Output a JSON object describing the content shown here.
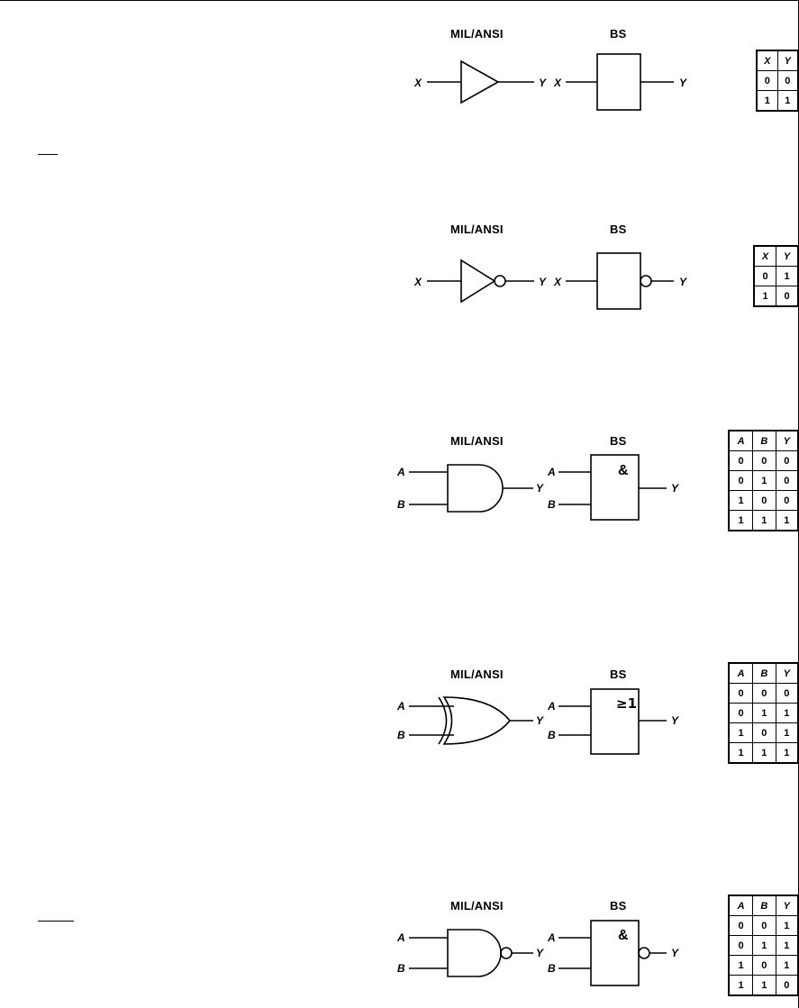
{
  "gates": [
    {
      "id": "buffer",
      "mil_label": "MIL/ANSI",
      "bs_label": "BS",
      "bs_symbol": "",
      "inputs": [
        "X"
      ],
      "output": "Y",
      "truth_table": {
        "headers": [
          "X",
          "Y"
        ],
        "rows": [
          [
            "0",
            "0"
          ],
          [
            "1",
            "1"
          ]
        ]
      }
    },
    {
      "id": "inverter",
      "mil_label": "MIL/ANSI",
      "bs_label": "BS",
      "bs_symbol": "",
      "inputs": [
        "X"
      ],
      "output": "Y",
      "truth_table": {
        "headers": [
          "X",
          "Y"
        ],
        "rows": [
          [
            "0",
            "1"
          ],
          [
            "1",
            "0"
          ]
        ]
      }
    },
    {
      "id": "and",
      "mil_label": "MIL/ANSI",
      "bs_label": "BS",
      "bs_symbol": "&",
      "inputs": [
        "A",
        "B"
      ],
      "output": "Y",
      "truth_table": {
        "headers": [
          "A",
          "B",
          "Y"
        ],
        "rows": [
          [
            "0",
            "0",
            "0"
          ],
          [
            "0",
            "1",
            "0"
          ],
          [
            "1",
            "0",
            "0"
          ],
          [
            "1",
            "1",
            "1"
          ]
        ]
      }
    },
    {
      "id": "or",
      "mil_label": "MIL/ANSI",
      "bs_label": "BS",
      "bs_symbol": "≥1",
      "inputs": [
        "A",
        "B"
      ],
      "output": "Y",
      "truth_table": {
        "headers": [
          "A",
          "B",
          "Y"
        ],
        "rows": [
          [
            "0",
            "0",
            "0"
          ],
          [
            "0",
            "1",
            "1"
          ],
          [
            "1",
            "0",
            "1"
          ],
          [
            "1",
            "1",
            "1"
          ]
        ]
      }
    },
    {
      "id": "nand",
      "mil_label": "MIL/ANSI",
      "bs_label": "BS",
      "bs_symbol": "&",
      "inputs": [
        "A",
        "B"
      ],
      "output": "Y",
      "truth_table": {
        "headers": [
          "A",
          "B",
          "Y"
        ],
        "rows": [
          [
            "0",
            "0",
            "1"
          ],
          [
            "0",
            "1",
            "1"
          ],
          [
            "1",
            "0",
            "1"
          ],
          [
            "1",
            "1",
            "0"
          ]
        ]
      }
    }
  ]
}
